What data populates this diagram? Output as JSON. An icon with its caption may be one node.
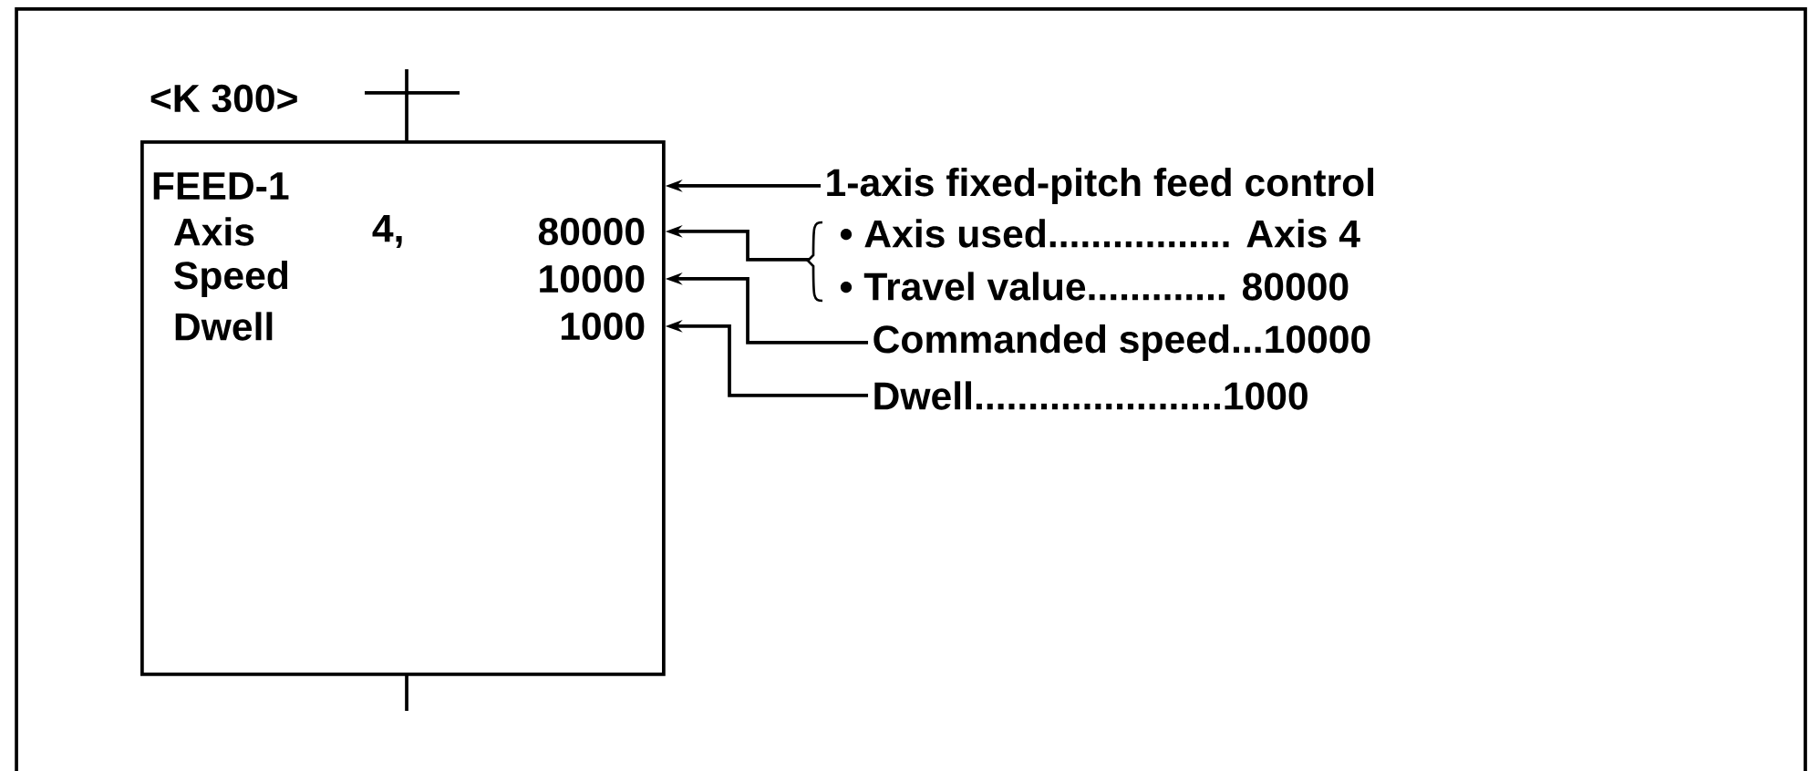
{
  "diagram": {
    "nodes": [
      {
        "text": [
          "FEED-1"
        ]
      },
      {
        "text": [
          "Axis",
          "4,",
          "80000"
        ],
        "in": 0
      },
      {
        "text": [
          "Speed",
          "10000"
        ],
        "in": 0
      },
      {
        "text": [
          "Dwell",
          "1000"
        ],
        "in": 0
      },
      {
        "text": [
          "1-axis fixed-pitch feed control"
        ]
      },
      {
        "text": [
          "• Axis used................. Axis 4"
        ]
      },
      {
        "text": [
          "• Travel value............. 80000"
        ]
      },
      {
        "text": [
          "Commanded speed...10000"
        ]
      },
      {
        "text": [
          "Dwell.......................1000"
        ]
      }
    ],
    "edges": [
      {
        "from": 4,
        "to": 0,
        "arrow": "to"
      },
      {
        "from": 5,
        "to": 1,
        "arrow": "to"
      },
      {
        "from": 6,
        "to": 1,
        "arrow": "to"
      },
      {
        "from": 7,
        "to": 2,
        "arrow": "to"
      },
      {
        "from": 8,
        "to": 3,
        "arrow": "to"
      }
    ],
    "labels": [
      "<K 300>"
    ]
  }
}
